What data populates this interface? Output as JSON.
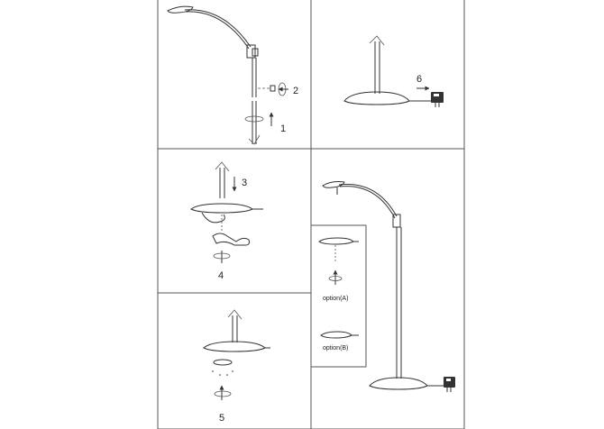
{
  "steps": {
    "s1": "1",
    "s2": "2",
    "s3": "3",
    "s4": "4",
    "s5": "5",
    "s6": "6"
  },
  "options": {
    "a": "option(A)",
    "b": "option(B)"
  },
  "icons": {
    "rotate": "rotate-arrow-icon",
    "plug": "power-plug-icon",
    "arrow": "direction-arrow-icon"
  }
}
